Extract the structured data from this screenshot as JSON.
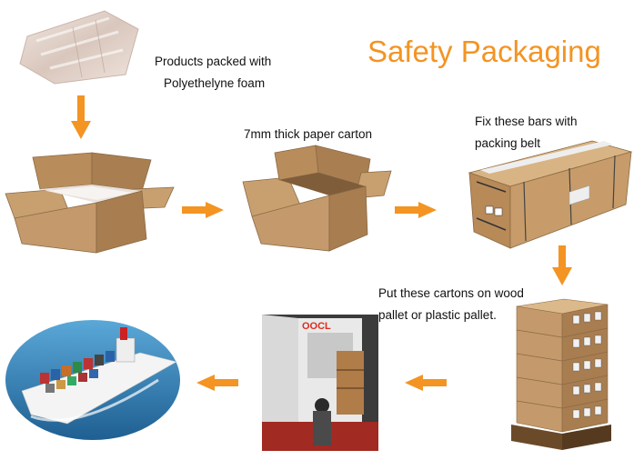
{
  "title": "Safety Packaging",
  "steps": [
    {
      "lines": [
        "Products packed with",
        "Polyethelyne foam"
      ]
    },
    {
      "lines": [
        "7mm thick paper carton"
      ]
    },
    {
      "lines": [
        "Fix these bars with",
        "packing belt"
      ]
    },
    {
      "lines": [
        "Put these cartons on wood",
        "pallet or plastic pallet."
      ]
    }
  ],
  "container_logo": "OOCL",
  "colors": {
    "accent": "#f39423",
    "carton": "#c49a6c",
    "carton_dark": "#9c7447",
    "sea": "#2b7fb8"
  }
}
